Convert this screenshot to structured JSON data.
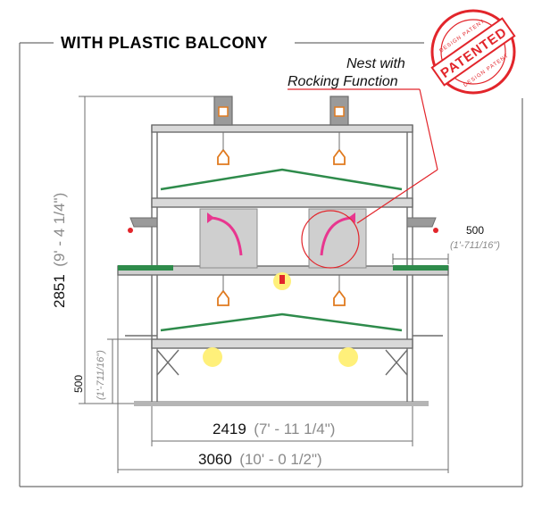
{
  "frame": {
    "title": "WITH PLASTIC BALCONY"
  },
  "callout": {
    "line1": "Nest with",
    "line2": "Rocking Function"
  },
  "stamp": {
    "main": "PATENTED",
    "ring_top": "DESIGN PATENT",
    "ring_bottom": "DESIGN PATENT"
  },
  "dimensions": {
    "height_total": {
      "value": "2851",
      "imperial": "(9' - 4 1/4\")"
    },
    "height_lower": {
      "value": "500",
      "imperial": "(1'-711/16\")"
    },
    "width_inner": {
      "value": "2419",
      "imperial": "(7' - 11 1/4\")"
    },
    "width_outer": {
      "value": "3060",
      "imperial": "(10' - 0 1/2\")"
    },
    "balcony": {
      "value": "500",
      "imperial": "(1'-711/16\")"
    }
  },
  "colors": {
    "frame": "#6d6d6d",
    "steel": "#8c8c8c",
    "green": "#2e8b4b",
    "pink": "#e8368f",
    "red": "#e2252b",
    "orange": "#e07a1f",
    "light": "#fff07a"
  }
}
